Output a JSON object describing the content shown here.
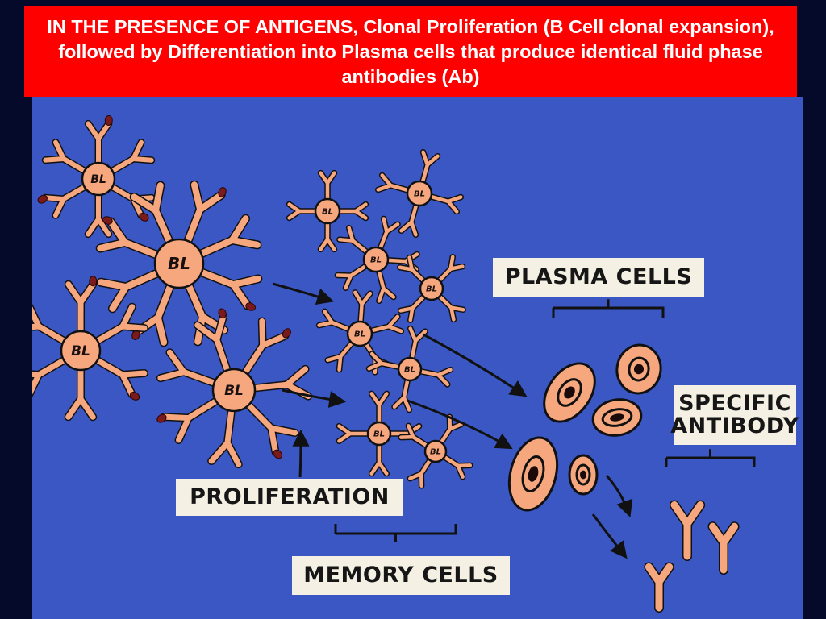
{
  "slide": {
    "title": "IN THE PRESENCE OF ANTIGENS, Clonal Proliferation (B Cell clonal expansion), followed by Differentiation into Plasma cells that produce identical fluid phase antibodies (Ab)"
  },
  "diagram": {
    "cell_label": "BL",
    "labels": {
      "plasma_cells": "PLASMA CELLS",
      "specific_antibody_line1": "SPECIFIC",
      "specific_antibody_line2": "ANTIBODY",
      "proliferation": "PROLIFERATION",
      "memory_cells": "MEMORY CELLS"
    }
  },
  "colors": {
    "title_bar": "#ff0000",
    "panel_background": "#3a57c4",
    "cell_fill": "#f6a77e",
    "antigen": "#7a1a1a",
    "label_background": "#f4f1e4",
    "outline": "#111111"
  }
}
